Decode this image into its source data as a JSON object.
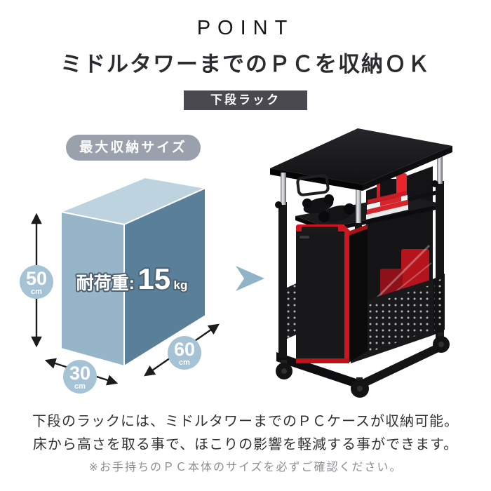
{
  "header": {
    "point_label": "POINT",
    "heading": "ミドルタワーまでのＰＣを収納ＯＫ",
    "section_badge": "下段ラック"
  },
  "max_size_badge": "最大収納サイズ",
  "box": {
    "load_label": "耐荷重:",
    "load_value": "15",
    "load_unit": "kg",
    "dims": [
      {
        "value": "50",
        "unit": "cm",
        "axis": "height"
      },
      {
        "value": "30",
        "unit": "cm",
        "axis": "width"
      },
      {
        "value": "60",
        "unit": "cm",
        "axis": "depth"
      }
    ],
    "colors": {
      "top_face": "#bdd3e0",
      "left_face": "#97b5c9",
      "right_face": "#5a7f99",
      "dim_circle": "#a5c3d5",
      "arrow": "#1c1c1c"
    }
  },
  "transition_arrow_color": "#8fb4c8",
  "photo": {
    "subject": "black pc rack cart with mid-tower pc, game controllers, nintendo switch and game cases",
    "accent_red": "#d0151f"
  },
  "description": {
    "line1": "下段のラックには、ミドルタワーまでのＰＣケースが収納可能。",
    "line2": "床から高さを取る事で、ほこりの影響を軽減する事ができます。"
  },
  "note": "※お手持ちのＰＣ本体のサイズを必ずご確認ください。"
}
